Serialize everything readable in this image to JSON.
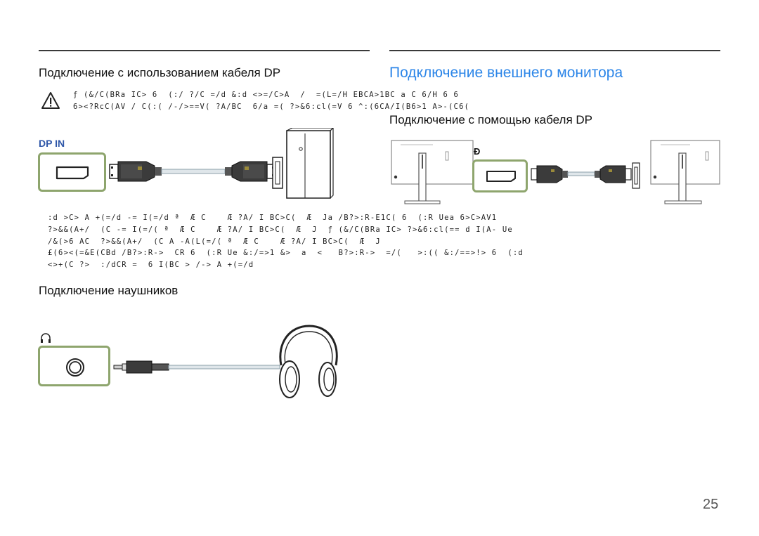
{
  "left": {
    "dp_heading": "Подключение с использованием кабеля DP",
    "warning_lines": [
      "ƒ (&/C(BRa IC> 6  (:/ ?/C =/d &:d <>=/C>A  /  =(L=/H EBCA>1BC a C 6/H 6 6",
      "6><?RcC(AV / C(:( /-/>==V( ?A/BC  6/a =( ?>&6:cl(=V 6 ^:(6CA/I(B6>1 A>-(C6("
    ],
    "port_label": "DP IN",
    "body_lines_1": [
      ":d >C> A +(=/d -= I(=/d ª  Æ C    Æ ?A/ I BC>C(  Æ  Ja /B?>:R-E1C( 6  (:R Uea 6>C>AV1",
      "?>&&(A+/  (C -= I(=/( ª  Æ C    Æ ?A/ I BC>C(  Æ  J  ƒ (&/C(BRa IC> ?>&6:cl(== d I(A- Ue",
      "/&(>6 AC  ?>&&(A+/  (C A -A(L(=/( ª  Æ C    Æ ?A/ I BC>C(  Æ  J"
    ],
    "body_lines_2": [
      "£(6><(=&E(CBd /B?>:R->  CR 6  (:R Ue &:/=>1 &>  a  <   B?>:R->  =/(   >:(( &:/==>!> 6  (:d",
      "<>+(C ?>  :/dCR =  6 I(BC > /-> A +(=/d"
    ],
    "headphones_heading": "Подключение наушников"
  },
  "right": {
    "title": "Подключение внешнего монитора",
    "dp_heading": "Подключение с помощью кабеля DP",
    "port_icon_label": "Ð"
  },
  "page_number": "25",
  "colors": {
    "accent_blue": "#2d86e8",
    "port_frame_green": "#8ea56d",
    "port_label_blue": "#2f57a8"
  },
  "icons": {
    "warning": "warning-triangle-icon",
    "headphone_port": "headphone-icon"
  }
}
